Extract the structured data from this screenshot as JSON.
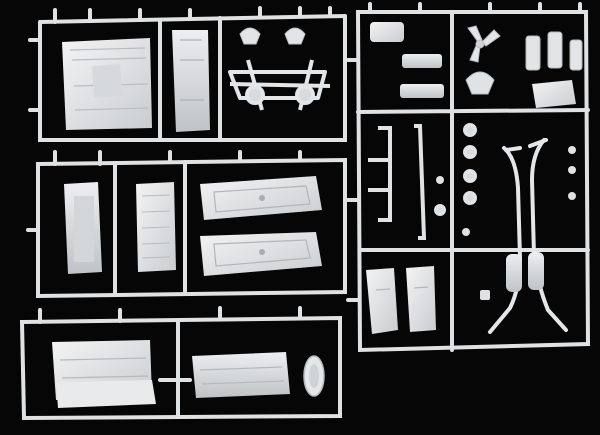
{
  "photo": {
    "background": "#060606",
    "plastic_color": "#e6e8ea",
    "plastic_shadow": "#b4b8bc",
    "sprues": [
      {
        "id": "upper-left",
        "parts": [
          "hood",
          "interior-panel",
          "steering-linkage",
          "front-suspension-frame"
        ]
      },
      {
        "id": "middle-left",
        "parts": [
          "rear-package-shelf",
          "seat-back",
          "door-panel-upper",
          "door-panel-lower"
        ]
      },
      {
        "id": "lower-left",
        "parts": [
          "rear-bench-seat",
          "front-bench-seat",
          "wheel"
        ]
      },
      {
        "id": "right",
        "parts": [
          "engine-block",
          "air-cleaner",
          "cooling-fan",
          "alternator",
          "valve-covers",
          "exhaust-system",
          "mufflers",
          "rear-axle-parts",
          "transmission"
        ]
      }
    ]
  }
}
